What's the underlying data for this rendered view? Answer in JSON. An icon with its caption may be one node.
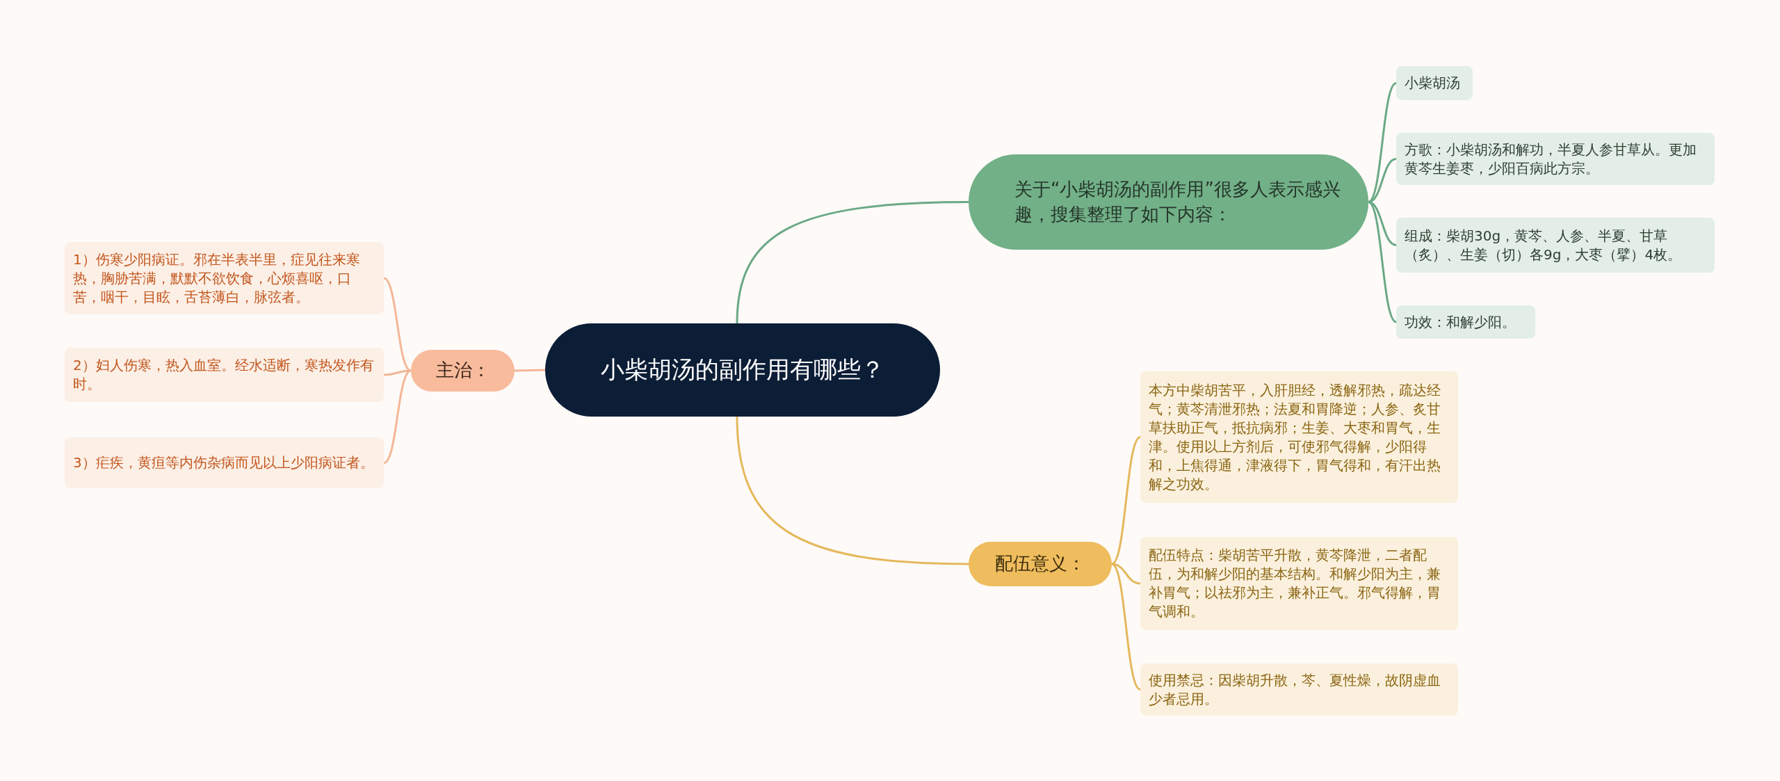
{
  "diagram": {
    "nodes": [
      {
        "text": [
          "小柴胡汤的副作用有哪些？"
        ]
      },
      {
        "text": [
          "关于“小柴胡汤的副作用”很多人表示感兴趣，搜集整理了如下内容："
        ]
      },
      {
        "text": [
          "小柴胡汤"
        ]
      },
      {
        "text": [
          "方歌：小柴胡汤和解功，半夏人参甘草从。更加黄芩生姜枣，少阳百病此方宗。"
        ]
      },
      {
        "text": [
          "组成：柴胡30g，黄芩、人参、半夏、甘草（炙）、生姜（切）各9g，大枣（擘）4枚。"
        ]
      },
      {
        "text": [
          "功效：和解少阳。"
        ]
      },
      {
        "text": [
          "主治："
        ]
      },
      {
        "text": [
          "1）伤寒少阳病证。邪在半表半里，症见往来寒热，胸胁苦满，默默不欲饮食，心烦喜呕，口苦，咽干，目眩，舌苔薄白，脉弦者。"
        ]
      },
      {
        "text": [
          "2）妇人伤寒，热入血室。经水适断，寒热发作有时。"
        ]
      },
      {
        "text": [
          "3）疟疾，黄疸等内伤杂病而见以上少阳病证者。"
        ]
      },
      {
        "text": [
          "配伍意义："
        ]
      },
      {
        "text": [
          "本方中柴胡苦平，入肝胆经，透解邪热，疏达经气；黄芩清泄邪热；法夏和胃降逆；人参、炙甘草扶助正气，抵抗病邪；生姜、大枣和胃气，生津。使用以上方剂后，可使邪气得解，少阳得和，上焦得通，津液得下，胃气得和，有汗出热解之功效。"
        ]
      },
      {
        "text": [
          "配伍特点：柴胡苦平升散，黄芩降泄，二者配伍，为和解少阳的基本结构。和解少阳为主，兼补胃气；以祛邪为主，兼补正气。邪气得解，胃气调和。"
        ]
      },
      {
        "text": [
          "使用禁忌：因柴胡升散，芩、夏性燥，故阴虚血少者忌用。"
        ]
      }
    ],
    "edges": [
      {
        "from": 0,
        "to": 1,
        "arrow": "none",
        "color": "#6aa985"
      },
      {
        "from": 1,
        "to": 2,
        "arrow": "none",
        "color": "#6aa985"
      },
      {
        "from": 1,
        "to": 3,
        "arrow": "none",
        "color": "#6aa985"
      },
      {
        "from": 1,
        "to": 4,
        "arrow": "none",
        "color": "#6aa985"
      },
      {
        "from": 1,
        "to": 5,
        "arrow": "none",
        "color": "#6aa985"
      },
      {
        "from": 0,
        "to": 6,
        "arrow": "none",
        "color": "#f3b797"
      },
      {
        "from": 6,
        "to": 7,
        "arrow": "none",
        "color": "#f3b797"
      },
      {
        "from": 6,
        "to": 8,
        "arrow": "none",
        "color": "#f3b797"
      },
      {
        "from": 6,
        "to": 9,
        "arrow": "none",
        "color": "#f3b797"
      },
      {
        "from": 0,
        "to": 10,
        "arrow": "none",
        "color": "#e5b85c"
      },
      {
        "from": 10,
        "to": 11,
        "arrow": "none",
        "color": "#e5b85c"
      },
      {
        "from": 10,
        "to": 12,
        "arrow": "none",
        "color": "#e5b85c"
      },
      {
        "from": 10,
        "to": 13,
        "arrow": "none",
        "color": "#e5b85c"
      }
    ]
  }
}
